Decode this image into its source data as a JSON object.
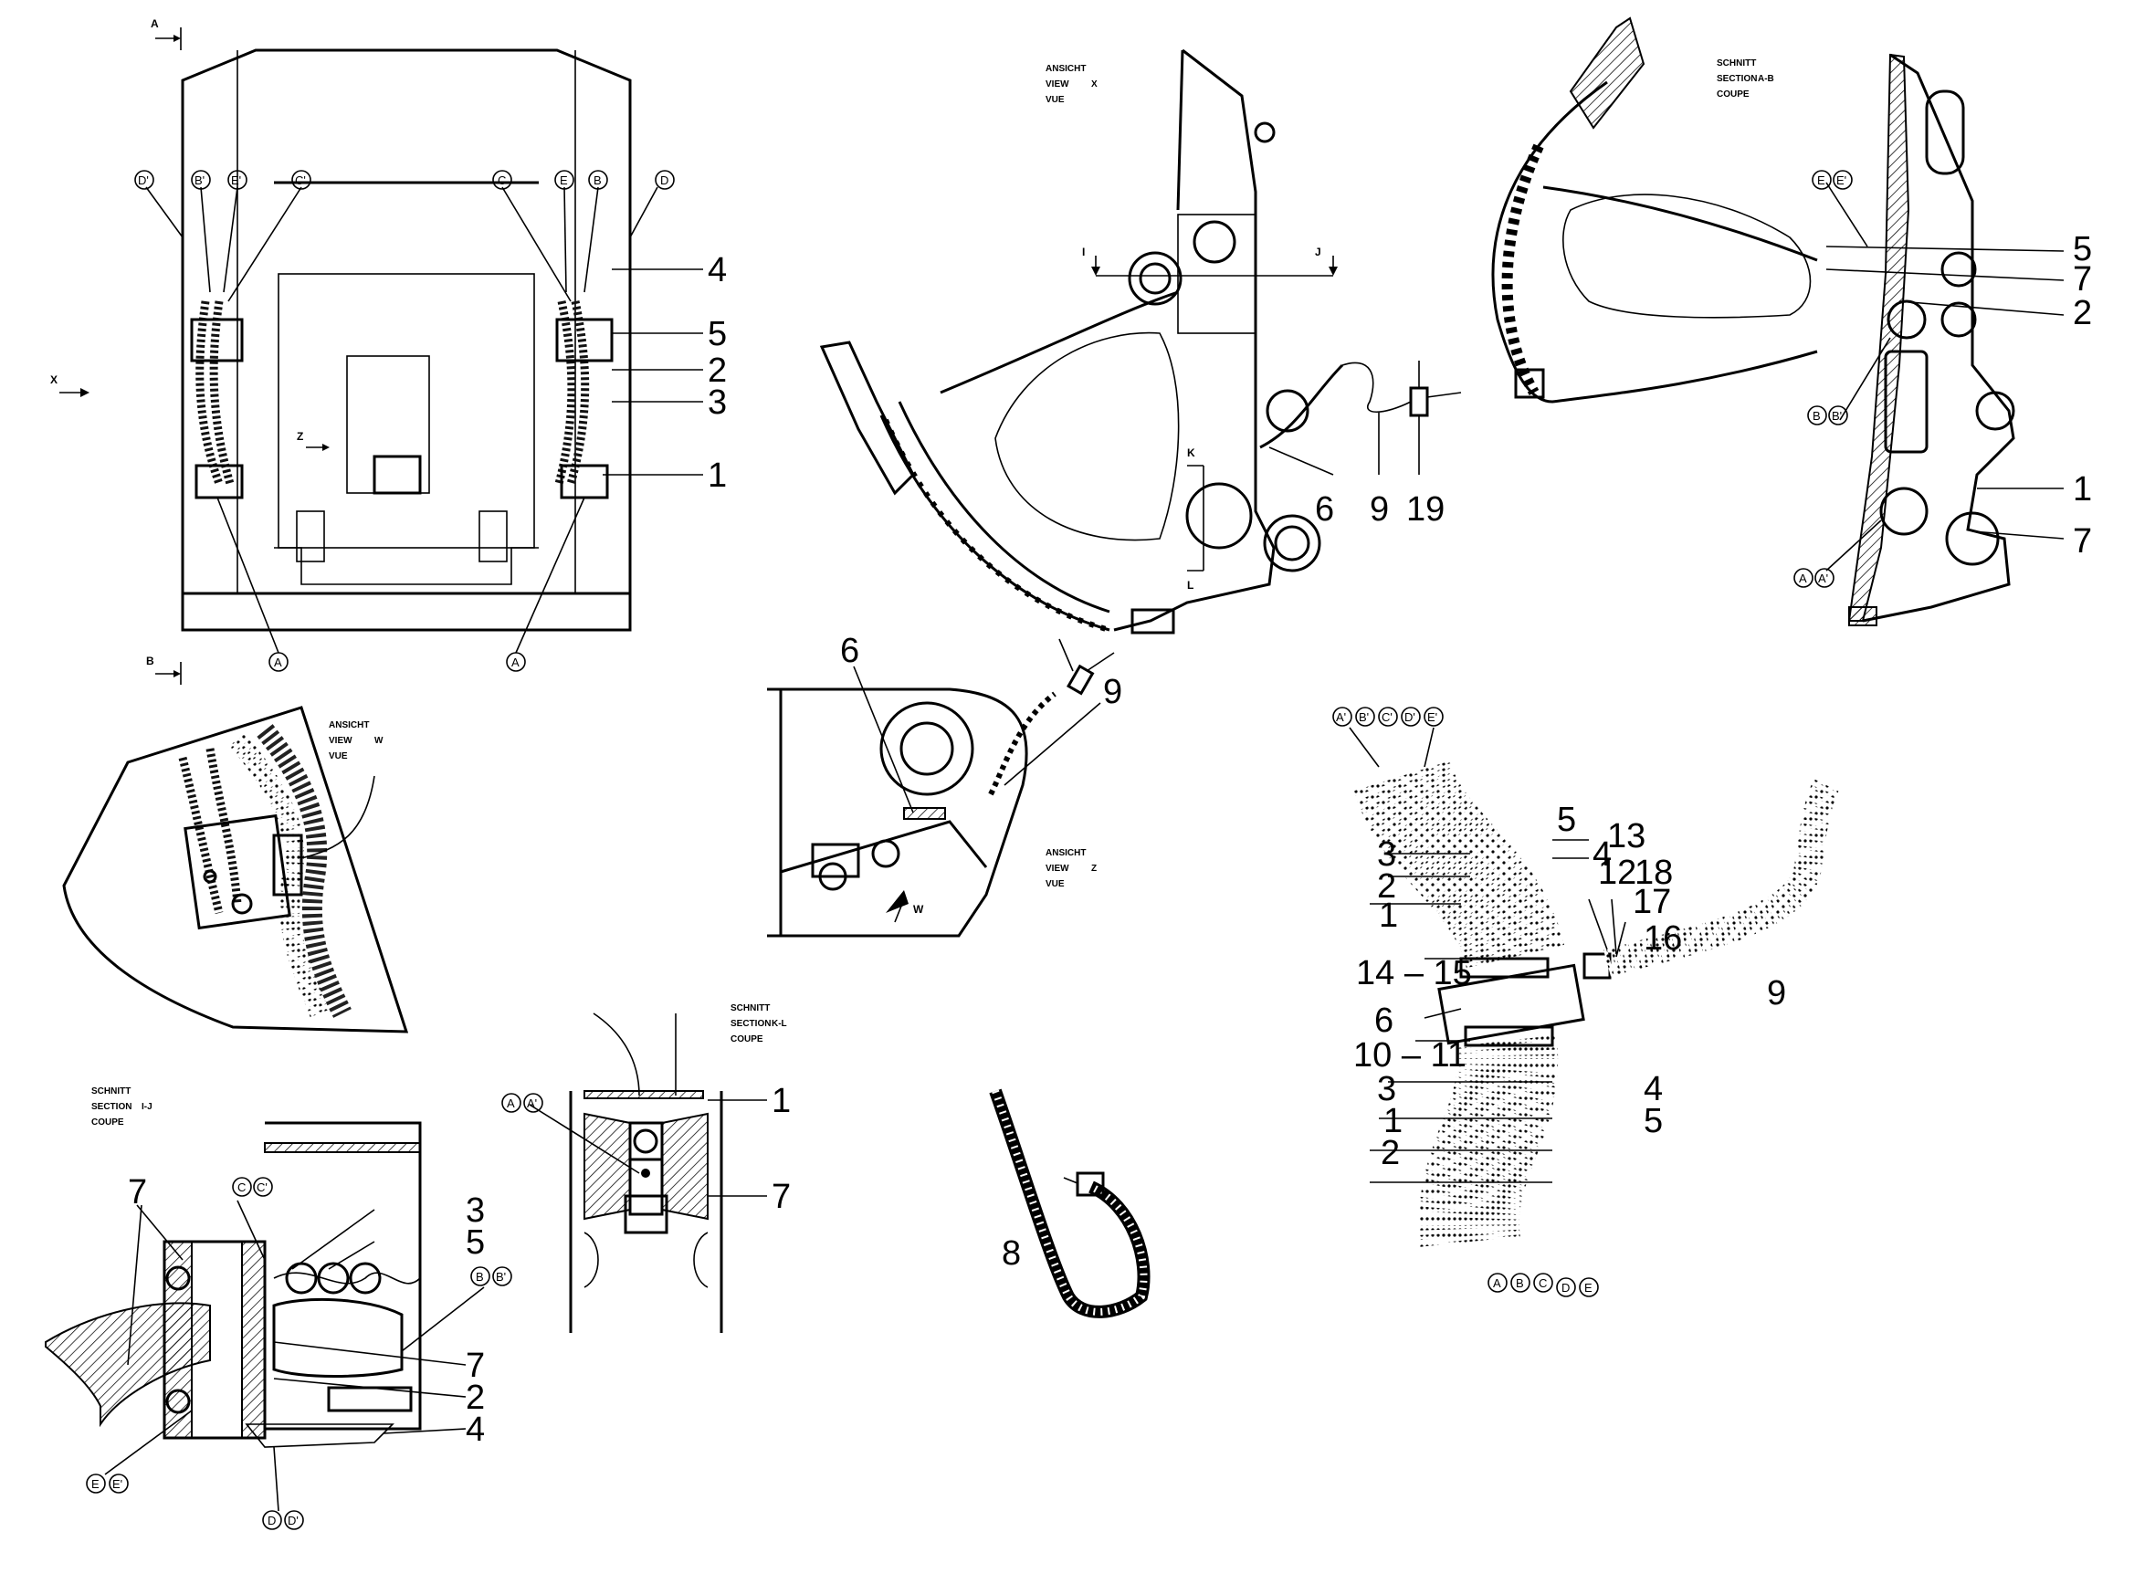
{
  "views": {
    "view_x": {
      "l1": "ANSICHT",
      "l2": "VIEW",
      "l3": "VUE",
      "id": "X"
    },
    "section_ab": {
      "l1": "SCHNITT",
      "l2": "SECTION",
      "l3": "COUPE",
      "id": "A-B"
    },
    "view_w": {
      "l1": "ANSICHT",
      "l2": "VIEW",
      "l3": "VUE",
      "id": "W"
    },
    "view_z": {
      "l1": "ANSICHT",
      "l2": "VIEW",
      "l3": "VUE",
      "id": "Z"
    },
    "section_kl": {
      "l1": "SCHNITT",
      "l2": "SECTION",
      "l3": "COUPE",
      "id": "K-L"
    },
    "section_ij": {
      "l1": "SCHNITT",
      "l2": "SECTION",
      "l3": "COUPE",
      "id": "I-J"
    }
  },
  "section_markers": {
    "a": "A",
    "b": "B",
    "x": "X",
    "z": "Z",
    "i": "I",
    "j": "J",
    "k": "K",
    "l": "L",
    "w": "W"
  },
  "circle_refs": {
    "a": "A",
    "b": "B",
    "c": "C",
    "d": "D",
    "e": "E",
    "a_p": "A'",
    "b_p": "B'",
    "c_p": "C'",
    "d_p": "D'",
    "e_p": "E'"
  },
  "part_numbers": {
    "p1": "1",
    "p2": "2",
    "p3": "3",
    "p4": "4",
    "p5": "5",
    "p6": "6",
    "p7": "7",
    "p8": "8",
    "p9": "9",
    "p10_11": "10 – 11",
    "p12": "12",
    "p13": "13",
    "p14_15": "14 – 15",
    "p16": "16",
    "p17": "17",
    "p18": "18",
    "p19": "19"
  }
}
